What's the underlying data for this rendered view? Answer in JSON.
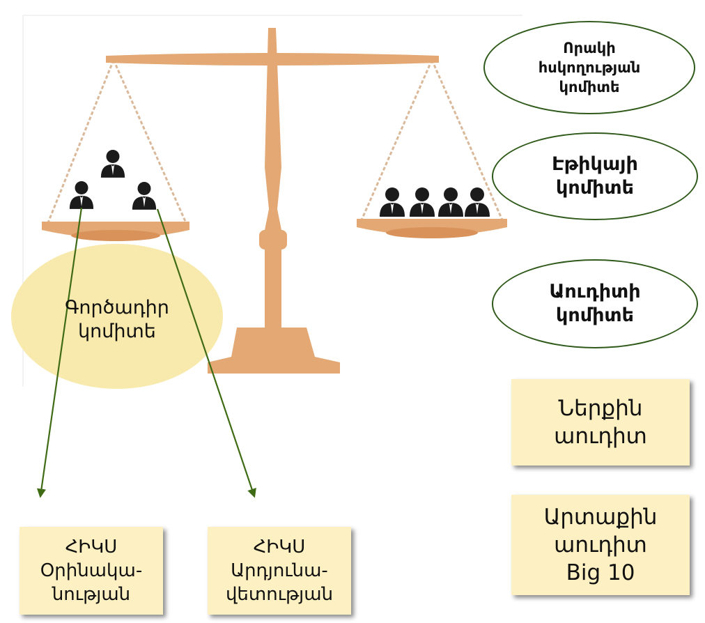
{
  "colors": {
    "scale": "#e3a873",
    "chain": "#d9b99a",
    "oval_border": "#2f5a1a",
    "arrow": "#3e6b14",
    "box_fill": "#fdf0c2",
    "gov_fill": "#f8e9ad",
    "person": "#1b1b1b"
  },
  "icons": {
    "person": "person-icon"
  },
  "governing_committee": {
    "lines": [
      "Գործադիր",
      "կոմիտե"
    ]
  },
  "ovals": [
    {
      "lines": [
        "Որակի",
        "հսկողության",
        "կոմիտե"
      ]
    },
    {
      "lines": [
        "Էթիկայի",
        "կոմիտե"
      ]
    },
    {
      "lines": [
        "Աուդիտի",
        "կոմիտե"
      ]
    }
  ],
  "right_boxes": [
    {
      "lines": [
        "Ներքին",
        "աուդիտ"
      ]
    },
    {
      "lines": [
        "Արտաքին",
        "աուդիտ",
        "Big 10"
      ]
    }
  ],
  "bottom_boxes": [
    {
      "lines": [
        "ՀԻԿՍ",
        "Օրինակա-",
        "նության"
      ]
    },
    {
      "lines": [
        "ՀԻԿՍ",
        "Արդյունա-",
        "վետության"
      ]
    }
  ]
}
